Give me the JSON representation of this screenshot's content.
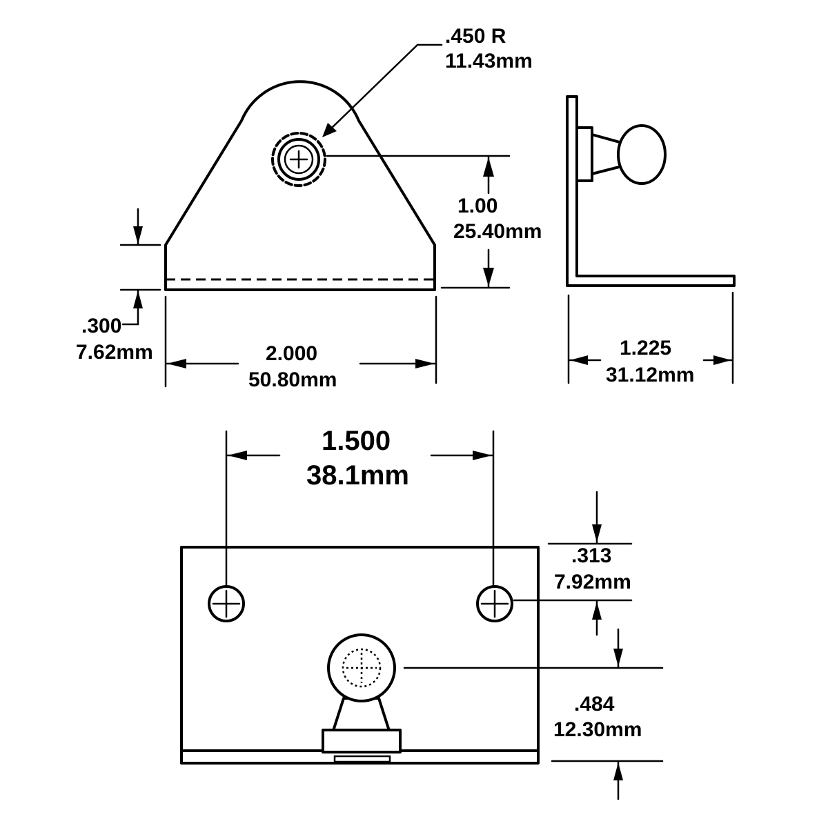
{
  "dimensions": {
    "radius": {
      "inch": ".450 R",
      "mm": "11.43mm"
    },
    "hole_height": {
      "inch": "1.00",
      "mm": "25.40mm"
    },
    "base_flange": {
      "inch": ".300",
      "mm": "7.62mm"
    },
    "front_width": {
      "inch": "2.000",
      "mm": "50.80mm"
    },
    "side_depth": {
      "inch": "1.225",
      "mm": "31.12mm"
    },
    "hole_spacing": {
      "inch": "1.500",
      "mm": "38.1mm"
    },
    "hole_offset": {
      "inch": ".313",
      "mm": "7.92mm"
    },
    "ball_height": {
      "inch": ".484",
      "mm": "12.30mm"
    }
  }
}
